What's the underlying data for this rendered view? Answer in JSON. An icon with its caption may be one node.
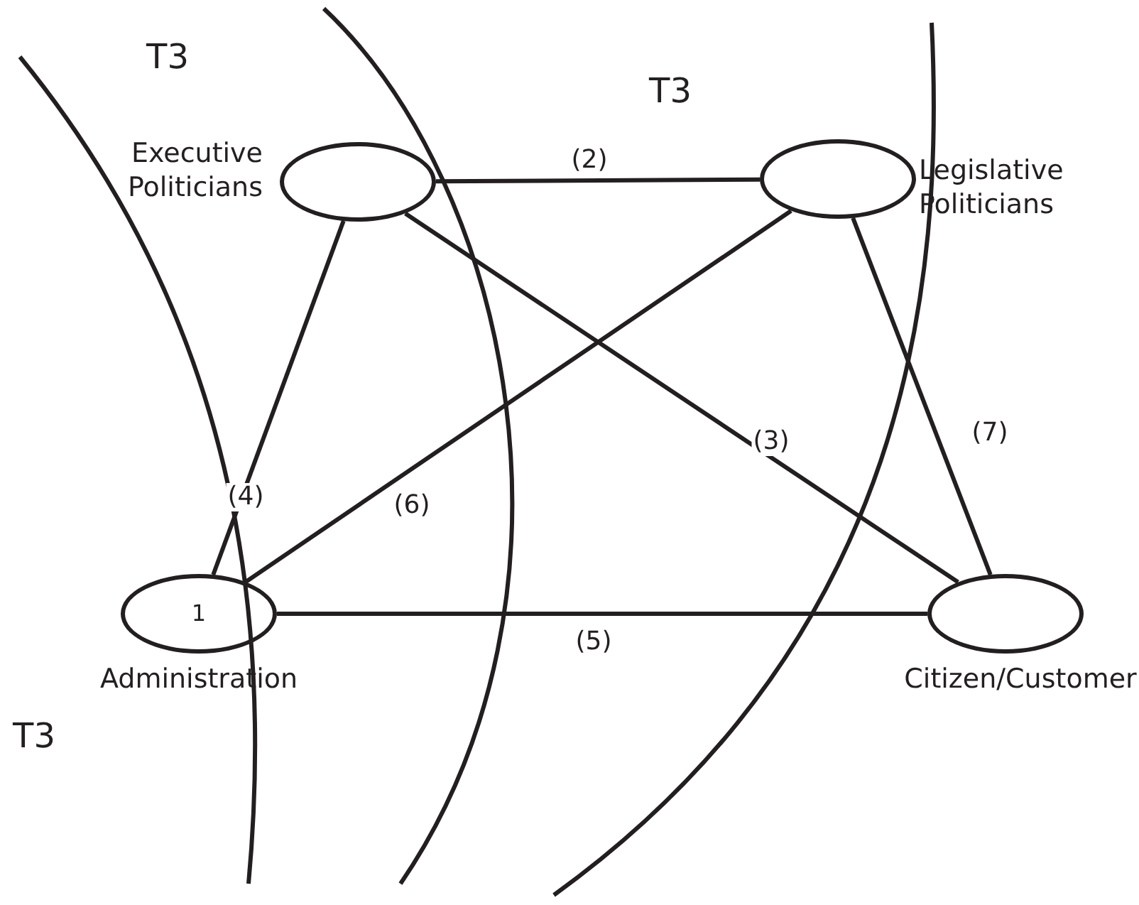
{
  "diagram": {
    "nodes": [
      {
        "text": [
          "Executive Politicians"
        ]
      },
      {
        "text": [
          "Legislative Politicians"
        ]
      },
      {
        "text": [
          "1",
          "Administration"
        ]
      },
      {
        "text": [
          "Citizen/Customer"
        ]
      }
    ],
    "edges": [
      {
        "from": 0,
        "to": 1,
        "arrow": "none",
        "label": "(2)"
      },
      {
        "from": 0,
        "to": 3,
        "arrow": "none",
        "label": "(3)"
      },
      {
        "from": 0,
        "to": 2,
        "arrow": "none",
        "label": "(4)"
      },
      {
        "from": 2,
        "to": 3,
        "arrow": "none",
        "label": "(5)"
      },
      {
        "from": 1,
        "to": 2,
        "arrow": "none",
        "label": "(6)"
      },
      {
        "from": 1,
        "to": 3,
        "arrow": "none",
        "label": "(7)"
      }
    ],
    "labels": [
      "T3",
      "T3",
      "T3"
    ]
  }
}
